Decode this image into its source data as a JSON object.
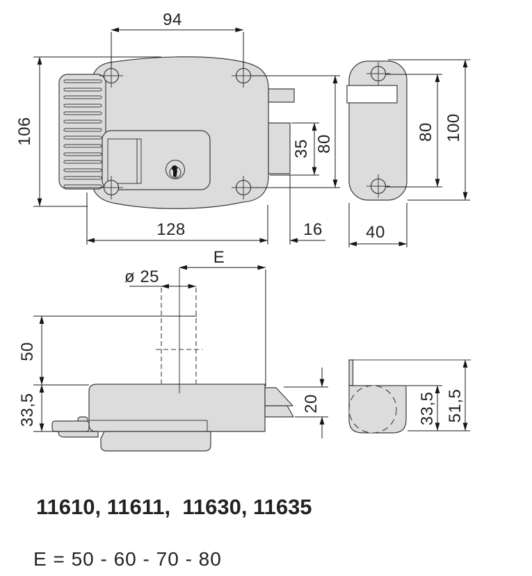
{
  "dims": {
    "front": {
      "hole_span_94": "94",
      "height_106": "106",
      "hole_span_80": "80",
      "bolt_height_35": "35",
      "width_128": "128",
      "bolt_throw_16": "16"
    },
    "strike": {
      "hole_span_80": "80",
      "height_100": "100",
      "width_40": "40"
    },
    "plan": {
      "entry_E": "E",
      "cylinder_dia": "ø 25",
      "door_max_50": "50",
      "case_depth_33_5": "33,5",
      "bolt_20": "20"
    },
    "section": {
      "case_depth_33_5": "33,5",
      "total_depth_51_5": "51,5"
    }
  },
  "footer": {
    "models": "11610, 11611,  11630, 11635",
    "e_spec": "E = 50 - 60 - 70 - 80"
  },
  "colors": {
    "body_fill": "#dcdcdc",
    "outline": "#3a3a3a",
    "dimension": "#161616",
    "background": "#ffffff"
  }
}
